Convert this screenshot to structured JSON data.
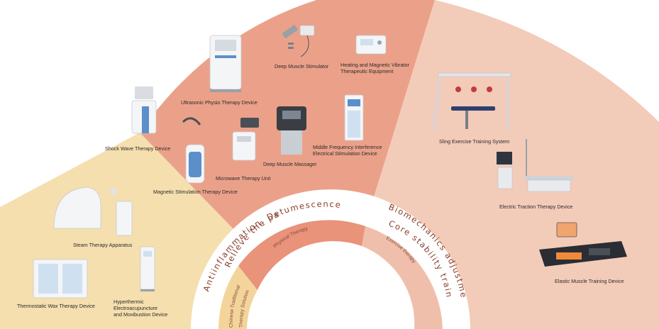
{
  "colors": {
    "tcm_sector": "#f5dfae",
    "physical_sector": "#eba189",
    "exercise_sector": "#f3cbb9",
    "inner_physical": "#e8937a",
    "inner_exercise": "#f0bfac",
    "inner_tcm": "#f3d59b",
    "arc_text": "#8a3d2a",
    "device_white": "#f4f5f7",
    "device_blue": "#5b8fc9",
    "device_dark": "#3a3d44"
  },
  "slogans": {
    "physical_line1": "Antiinflammation, Detumescence",
    "physical_line2": "Relleve the pain",
    "exercise_line1": "Biomechanics adjustment",
    "exercise_line2": "Core stability training"
  },
  "categories": {
    "physical": "Physical Therapy",
    "exercise": "Exercise therapy",
    "tcm_line1": "Chinese Traditional",
    "tcm_line2": "Therapy Solution"
  },
  "devices": {
    "deep_muscle_stimulator": "Deep Muscle Stimulator",
    "heating_line1": "Heating and Magnetic Vibrator",
    "heating_line2": "Therapeutic Equipment",
    "ultrasonic": "Ultrasonic Physio Therapy Device",
    "shock_wave": "Shock Wave Therapy Device",
    "middle_freq_line1": "Middle Frequency Interference",
    "middle_freq_line2": "Electrical Stimulation Device",
    "deep_muscle_massager": "Deep Muscle Massager",
    "microwave": "Microwave Therapy Unit",
    "magnetic_stimulation": "Magnetic Stimulation Therapy Device",
    "sling_exercise": "Sling Exercise Training System",
    "electric_traction": "Electric Traction Therapy Device",
    "elastic_muscle": "Elastic Muscle Training Device",
    "steam": "Steam Therapy Apparatus",
    "wax": "Thermostatic Wax Therapy Device",
    "hyper_line1": "Hyperthermic",
    "hyper_line2": "Electroacupuncture",
    "hyper_line3": "and Moxibustion Device"
  }
}
